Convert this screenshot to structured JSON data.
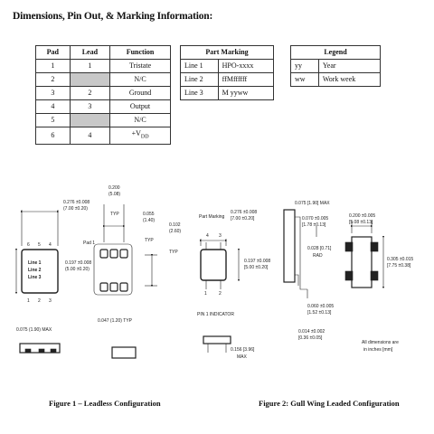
{
  "title": "Dimensions, Pin Out, & Marking Information:",
  "pad_table": {
    "headers": [
      "Pad",
      "Lead",
      "Function"
    ],
    "rows": [
      {
        "pad": "1",
        "lead": "1",
        "function": "Tristate",
        "gray": false
      },
      {
        "pad": "2",
        "lead": "",
        "function": "N/C",
        "gray": true
      },
      {
        "pad": "3",
        "lead": "2",
        "function": "Ground",
        "gray": false
      },
      {
        "pad": "4",
        "lead": "3",
        "function": "Output",
        "gray": false
      },
      {
        "pad": "5",
        "lead": "",
        "function": "N/C",
        "gray": true
      },
      {
        "pad": "6",
        "lead": "4",
        "function": "+V",
        "gray": false
      }
    ],
    "vdd_sub": "DD"
  },
  "marking_table": {
    "header": "Part Marking",
    "rows": [
      {
        "line": "Line 1",
        "value": "HPO-xxxx"
      },
      {
        "line": "Line 2",
        "value": "ffMffffff"
      },
      {
        "line": "Line 3",
        "value": "M yyww"
      }
    ]
  },
  "legend_table": {
    "header": "Legend",
    "rows": [
      {
        "code": "yy",
        "meaning": "Year"
      },
      {
        "code": "ww",
        "meaning": "Work week"
      }
    ]
  },
  "fig1": {
    "caption": "Figure 1 – Leadless Configuration",
    "pins_top": [
      "6",
      "5",
      "4"
    ],
    "pins_bottom": [
      "1",
      "2",
      "3"
    ],
    "lines": [
      "Line 1",
      "Line 2",
      "Line 3"
    ],
    "dim_width": "0.276 ±0.008",
    "dim_width_mm": "(7.00 ±0.20)",
    "dim_height": "0.197 ±0.008",
    "dim_height_mm": "(5.00 ±0.20)",
    "dim_thick": "0.075 (1.90) MAX",
    "pad1": "Pad 1",
    "dim_200": "0.200",
    "dim_200_mm": "(5.08)",
    "typ": "TYP",
    "dim_055": "0.055",
    "dim_055_mm": "(1.40)",
    "dim_102": "0.102",
    "dim_102_mm": "(2.60)",
    "dim_047": "0.047 (1.20) TYP"
  },
  "fig2": {
    "caption": "Figure 2: Gull Wing Leaded Configuration",
    "part_marking": "Part Marking",
    "pins_top": [
      "4",
      "3"
    ],
    "pins_bottom": [
      "1",
      "2"
    ],
    "pin1": "PIN 1 INDICATOR",
    "dim_width": "0.276 ±0.008",
    "dim_width_mm": "[7.00 ±0.20]",
    "dim_height": "0.197 ±0.008",
    "dim_height_mm": "[5.00 ±0.20]",
    "dim_075": "0.075 [1.90] MAX",
    "dim_070": "0.070 ±0.005",
    "dim_070_mm": "[1.78 ±0.13]",
    "dim_028": "0.028 [0.71]",
    "rad": "RAD",
    "dim_060": "0.060 ±0.005",
    "dim_060_mm": "[1.52 ±0.13]",
    "dim_014": "0.014 ±0.002",
    "dim_014_mm": "[0.36 ±0.05]",
    "dim_156": "0.156 [3.96]",
    "max": "MAX",
    "dim_200": "0.200 ±0.005",
    "dim_200_mm": "[5.08 ±0.13]",
    "dim_305": "0.305 ±0.015",
    "dim_305_mm": "[7.75 ±0.38]",
    "note1": "All dimensions are",
    "note2": "in inches [mm]"
  }
}
